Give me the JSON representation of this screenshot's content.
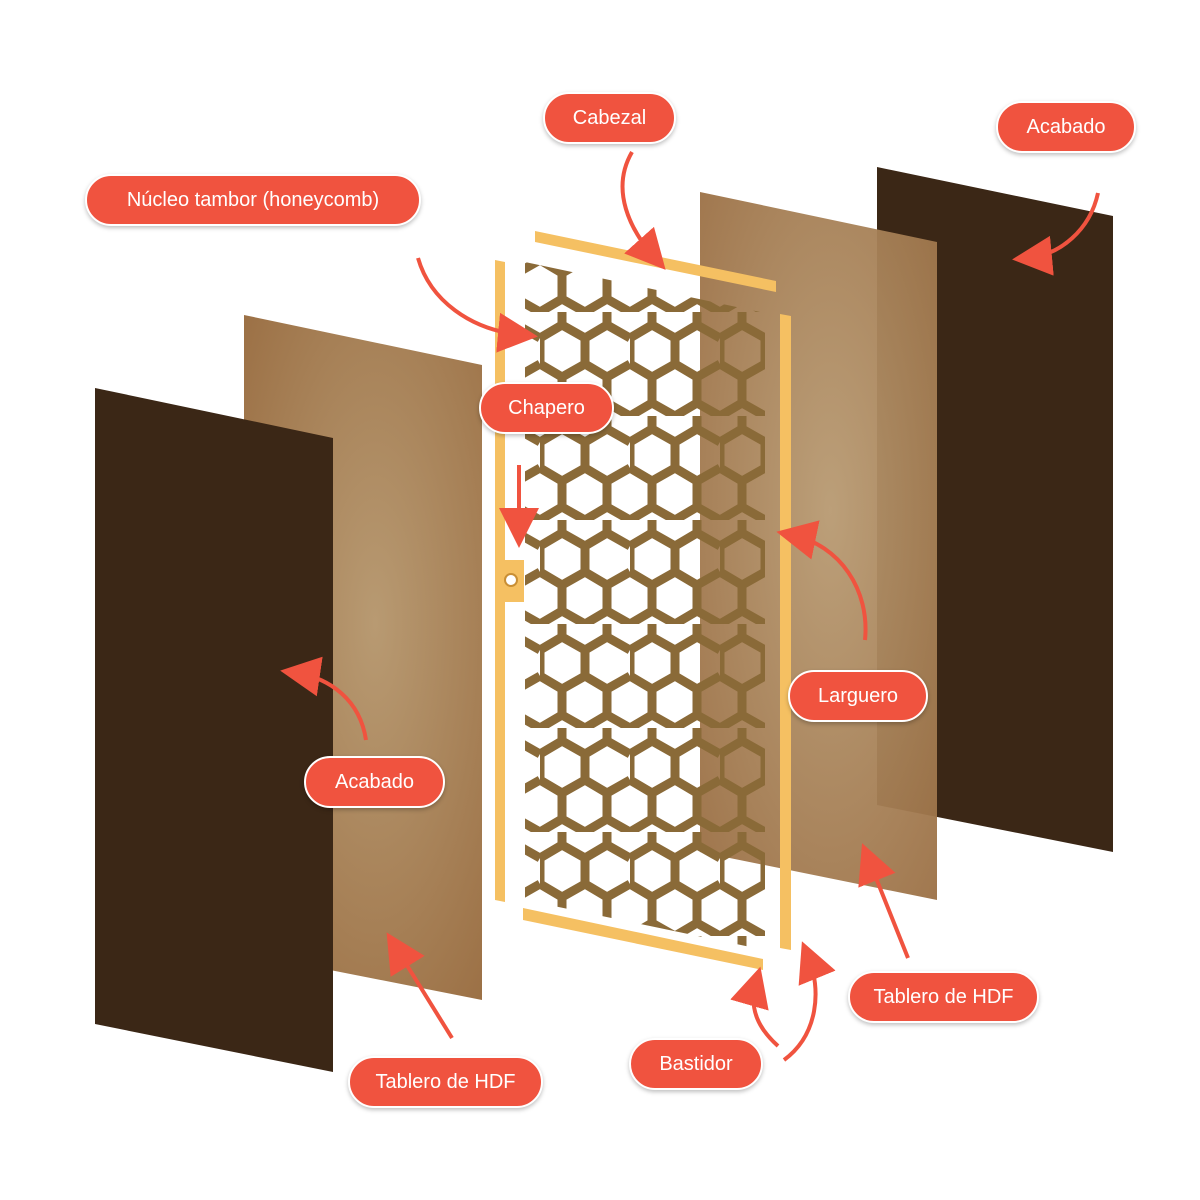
{
  "labels": {
    "core": "Núcleo tambor (honeycomb)",
    "head": "Cabezal",
    "finish_back": "Acabado",
    "chapero": "Chapero",
    "stile": "Larguero",
    "finish_front": "Acabado",
    "hdf_back": "Tablero de HDF",
    "frame": "Bastidor",
    "hdf_front": "Tablero de HDF"
  },
  "colors": {
    "callout": "#f0533f",
    "finish_panel": "#3b2716",
    "hdf_panel_light": "#b89a72",
    "hdf_panel_dark": "#9c7146",
    "frame_wood": "#f5c062",
    "honeycomb": "#8a6a38",
    "arrow": "#f0533f"
  }
}
